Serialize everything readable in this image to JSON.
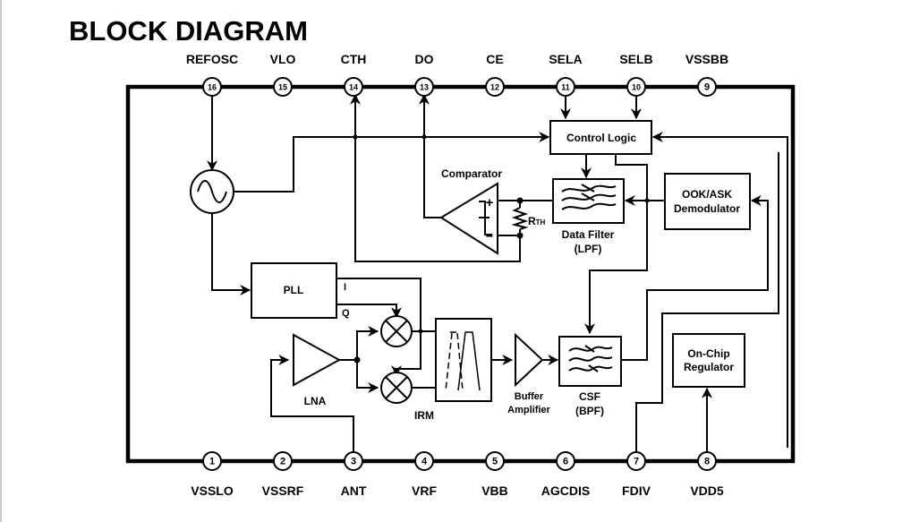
{
  "title": "BLOCK DIAGRAM",
  "top_pins": [
    {
      "number": "16",
      "name": "REFOSC"
    },
    {
      "number": "15",
      "name": "VLO"
    },
    {
      "number": "14",
      "name": "CTH"
    },
    {
      "number": "13",
      "name": "DO"
    },
    {
      "number": "12",
      "name": "CE"
    },
    {
      "number": "11",
      "name": "SELA"
    },
    {
      "number": "10",
      "name": "SELB"
    },
    {
      "number": "9",
      "name": "VSSBB"
    }
  ],
  "bottom_pins": [
    {
      "number": "1",
      "name": "VSSLO"
    },
    {
      "number": "2",
      "name": "VSSRF"
    },
    {
      "number": "3",
      "name": "ANT"
    },
    {
      "number": "4",
      "name": "VRF"
    },
    {
      "number": "5",
      "name": "VBB"
    },
    {
      "number": "6",
      "name": "AGCDIS"
    },
    {
      "number": "7",
      "name": "FDIV"
    },
    {
      "number": "8",
      "name": "VDD5"
    }
  ],
  "blocks": {
    "control_logic": "Control Logic",
    "comparator": "Comparator",
    "rth": "R",
    "rth_sub": "TH",
    "comp_plus": "+",
    "comp_minus": "–",
    "data_filter_1": "Data Filter",
    "data_filter_2": "(LPF)",
    "demod_1": "OOK/ASK",
    "demod_2": "Demodulator",
    "pll": "PLL",
    "pll_i": "I",
    "pll_q": "Q",
    "lna": "LNA",
    "irm": "IRM",
    "buffer_1": "Buffer",
    "buffer_2": "Amplifier",
    "csf_1": "CSF",
    "csf_2": "(BPF)",
    "regulator_1": "On-Chip",
    "regulator_2": "Regulator"
  },
  "icons": {
    "oscillator": "sine-wave-source-icon",
    "mixer": "mixer-x-circle-icon",
    "amplifier": "triangle-amplifier-icon",
    "filter": "wavy-filter-icon",
    "resistor": "zigzag-resistor-icon"
  }
}
